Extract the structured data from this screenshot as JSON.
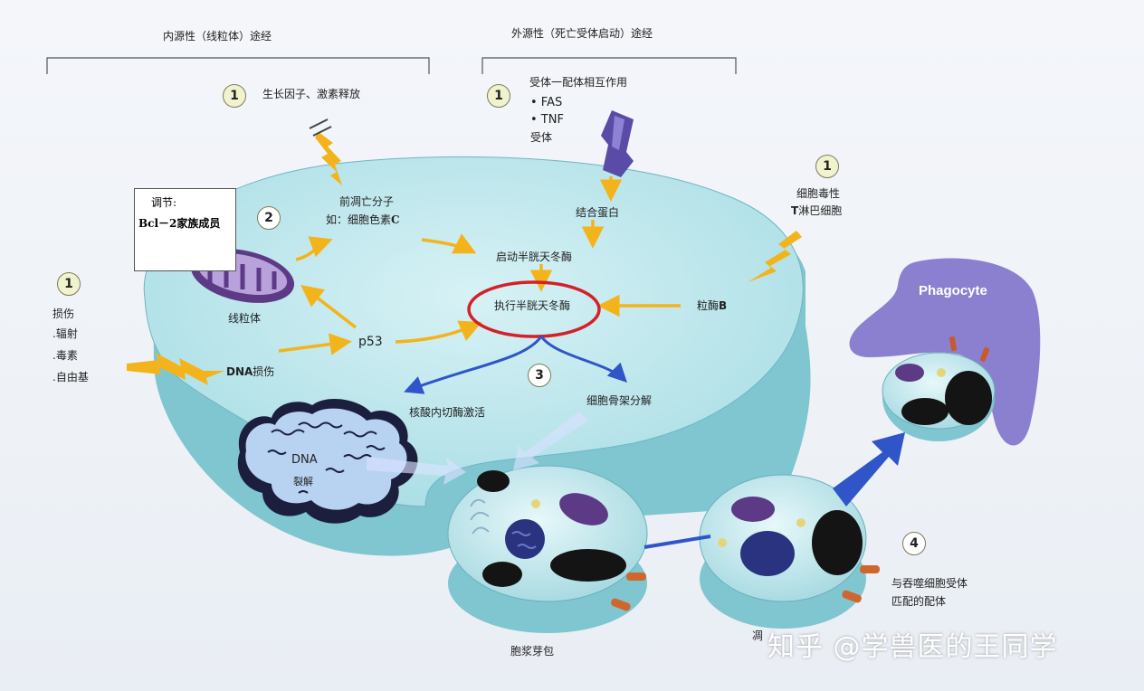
{
  "header": {
    "intrinsic_title": "内源性（线粒体）途经",
    "extrinsic_title": "外源性（死亡受体启动）途经"
  },
  "steps": {
    "intrinsic_1": "1",
    "extrinsic_1": "1",
    "ctl_1": "1",
    "damage_1": "1",
    "regulation_2": "2",
    "execution_3": "3",
    "phagocytosis_4": "4"
  },
  "labels": {
    "growth_factor": "生长因子、激素释放",
    "receptor_ligand": "受体一配体相互作用",
    "fas": "• FAS",
    "tnf": "• TNF",
    "receptor": "受体",
    "regulation_title": "调节:",
    "bcl2": "Bcl－2家族成员",
    "pro_apoptotic_1": "前凋亡分子",
    "pro_apoptotic_2_prefix": "如：细胞色素",
    "pro_apoptotic_2_bold": "C",
    "binding_protein": "结合蛋白",
    "initiator_caspase": "启动半胱天冬酶",
    "executioner_caspase": "执行半胱天冬酶",
    "mitochondria": "线粒体",
    "damage": "损伤",
    "radiation": ".辐射",
    "toxin": ".毒素",
    "free_radical": ".自由基",
    "dna_damage_bold": "DNA",
    "dna_damage_suffix": "损伤",
    "p53": "p53",
    "cytotoxic_1": "细胞毒性",
    "cytotoxic_2_bold": "T",
    "cytotoxic_2_suffix": "淋巴细胞",
    "granzyme_prefix": "粒酶",
    "granzyme_bold": "B",
    "endonuclease": "核酸内切酶激活",
    "cytoskeleton": "细胞骨架分解",
    "dna": "DNA",
    "dna_split": "裂解",
    "apoptotic_body": "胞浆芽包",
    "ligand_1": "与吞噬细胞受体",
    "ligand_2": "匹配的配体",
    "apoptotic_cell_partial": "凋",
    "phagocyte": "Phagocyte"
  },
  "watermark": "知乎 @学兽医的王同学",
  "colors": {
    "cell_fill": "#bfe8ee",
    "cell_side": "#7fc6d0",
    "arrow": "#f3b41b",
    "blue_arrow": "#2f55c8",
    "highlight_ring": "#d3202a",
    "phagocyte": "#8277c8",
    "mito": "#6a3d8d"
  }
}
